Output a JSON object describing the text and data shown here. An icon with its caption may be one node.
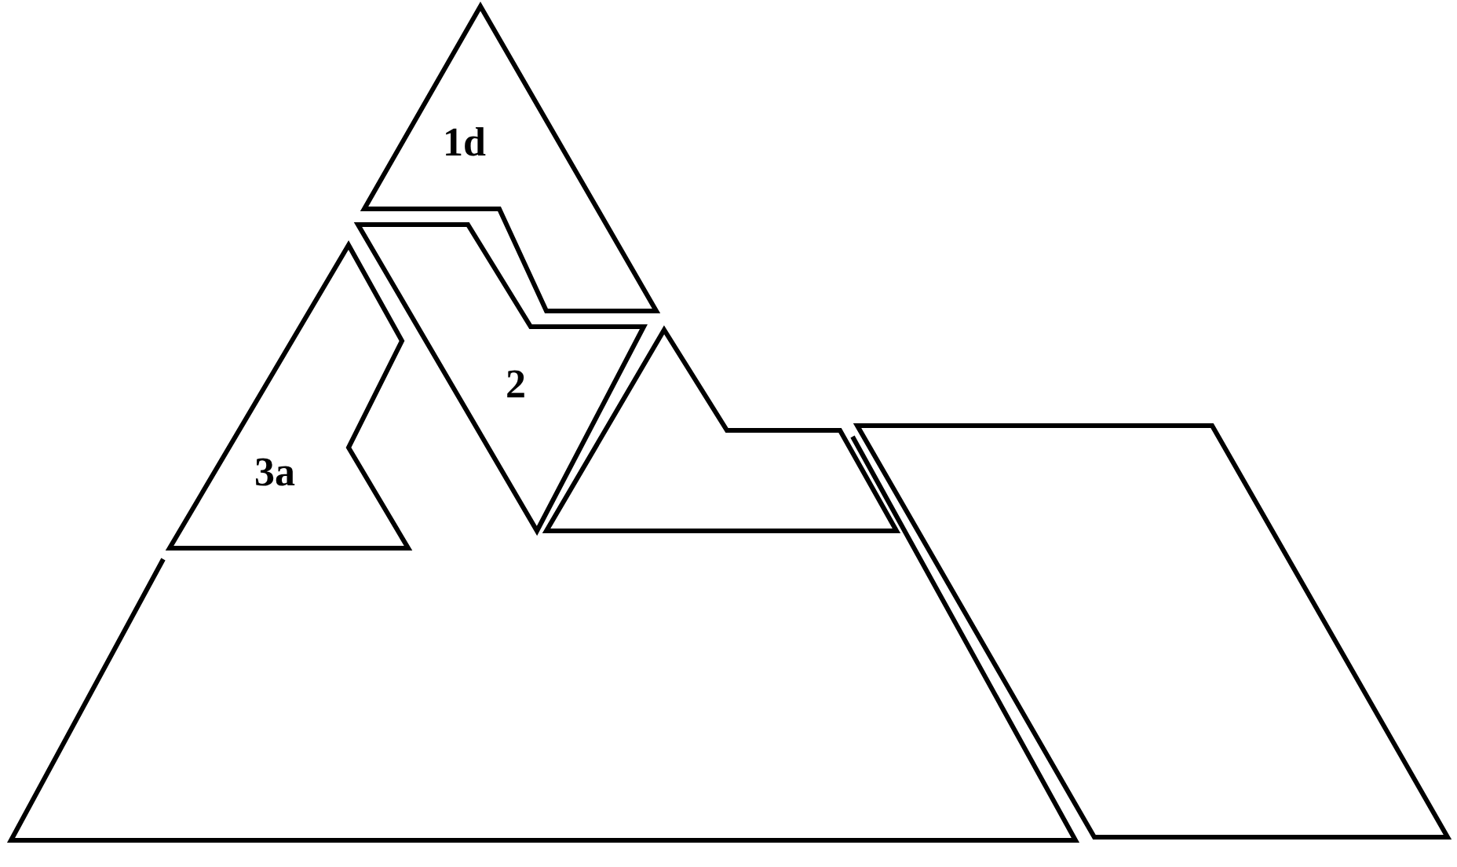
{
  "diagram": {
    "nodes": [
      {
        "text": [
          "1d"
        ]
      },
      {
        "text": [
          "3a"
        ]
      },
      {
        "text": [
          "2"
        ]
      },
      {
        "text": [],
        "shape": "polygon"
      },
      {
        "text": [],
        "shape": "trapezoid"
      },
      {
        "text": [],
        "shape": "parallelogram"
      }
    ]
  }
}
